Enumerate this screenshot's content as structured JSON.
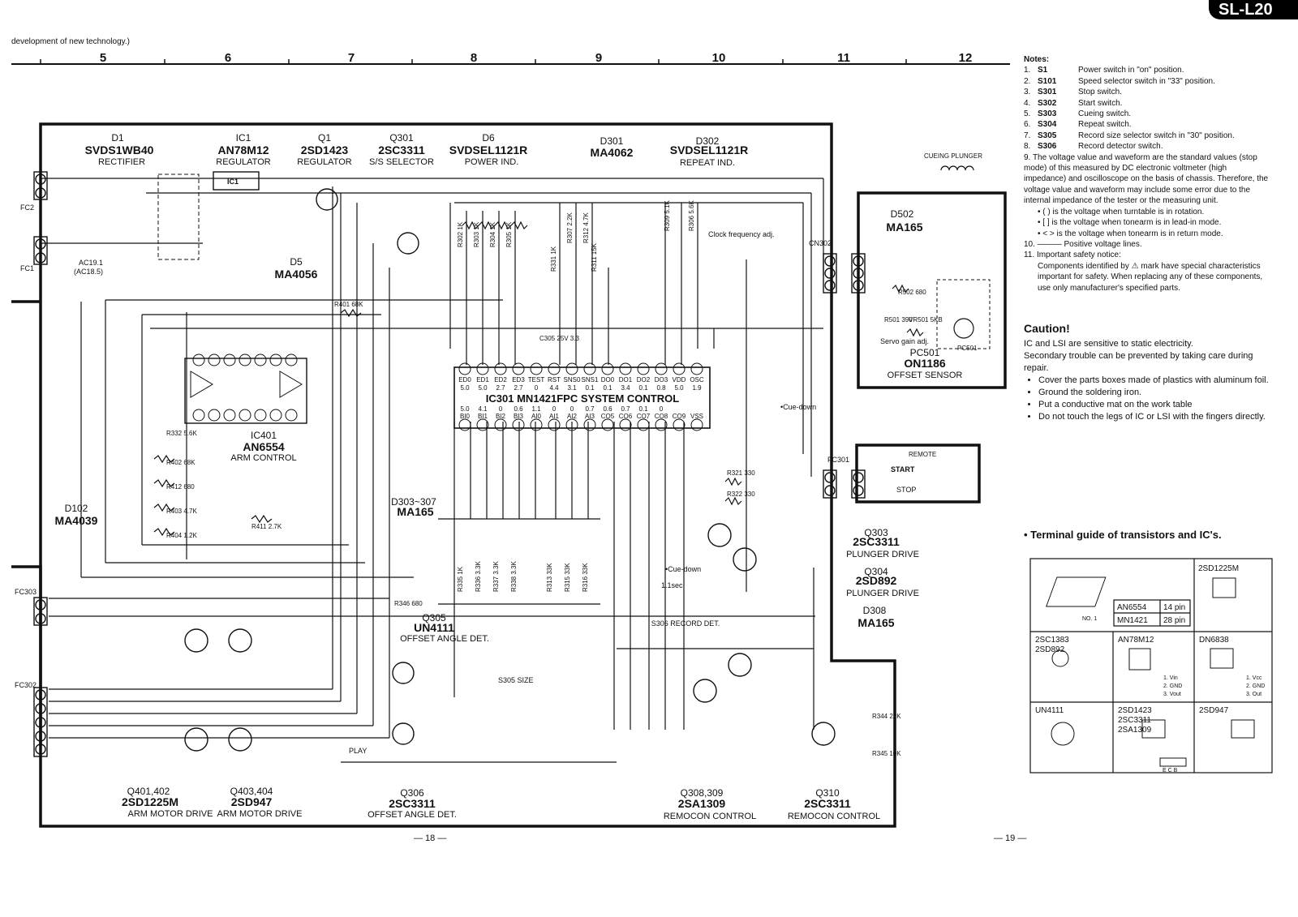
{
  "brand": "SL-L20",
  "header_note": "development of new technology.)",
  "columns": [
    "5",
    "6",
    "7",
    "8",
    "9",
    "10",
    "11",
    "12"
  ],
  "page_numbers": [
    "— 18 —",
    "— 19 —"
  ],
  "parts": {
    "d1": [
      "D1",
      "SVDS1WB40",
      "RECTIFIER"
    ],
    "ic1": [
      "IC1",
      "AN78M12",
      "REGULATOR"
    ],
    "q1": [
      "Q1",
      "2SD1423",
      "REGULATOR"
    ],
    "q301": [
      "Q301",
      "2SC3311",
      "S/S SELECTOR"
    ],
    "d6": [
      "D6",
      "SVDSEL1121R",
      "POWER IND."
    ],
    "d301": [
      "D301",
      "MA4062"
    ],
    "d302": [
      "D302",
      "SVDSEL1121R",
      "REPEAT IND."
    ],
    "d5": [
      "D5",
      "MA4056"
    ],
    "ic401": [
      "IC401",
      "AN6554",
      "ARM CONTROL"
    ],
    "d102": [
      "D102",
      "MA4039"
    ],
    "d303": [
      "D303~307",
      "MA165"
    ],
    "ic301": [
      "IC301 MN1421FPC SYSTEM CONTROL"
    ],
    "d502": [
      "D502",
      "MA165"
    ],
    "pc501": [
      "PC501",
      "ON1186",
      "OFFSET SENSOR"
    ],
    "q303": [
      "Q303",
      "2SC3311",
      "PLUNGER DRIVE"
    ],
    "q304": [
      "Q304",
      "2SD892",
      "PLUNGER DRIVE"
    ],
    "d308": [
      "D308",
      "MA165"
    ],
    "q305": [
      "Q305",
      "UN4111",
      "OFFSET ANGLE DET."
    ],
    "q401": [
      "Q401,402",
      "2SD1225M",
      "ARM MOTOR DRIVE"
    ],
    "q403": [
      "Q403,404",
      "2SD947",
      "ARM MOTOR DRIVE"
    ],
    "q306": [
      "Q306",
      "2SC3311",
      "OFFSET ANGLE DET."
    ],
    "q308": [
      "Q308,309",
      "2SA1309",
      "REMOCON CONTROL"
    ],
    "q310": [
      "Q310",
      "2SC3311",
      "REMOCON CONTROL"
    ]
  },
  "schematic_labels": {
    "fc2": "FC2",
    "fc1": "FC1",
    "fc303": "FC303",
    "fc302": "FC302",
    "fc301": "FC301",
    "cn302": "CN302",
    "ac191": "AC19.1",
    "ac185": "(AC18.5)",
    "cueing_plunger": "CUEING PLUNGER",
    "clock_freq": "Clock frequency adj.",
    "servo_gain": "Servo gain adj.",
    "cue_down": "•Cue-down",
    "one_sec": "1.1sec",
    "remote": "REMOTE",
    "start": "START",
    "stop": "STOP",
    "play": "PLAY",
    "record_det": "S306 RECORD DET.",
    "size": "S305 SIZE",
    "ic1_box": "IC1",
    "pc501_box": "PC501",
    "ic301_top_pins": [
      "ED0",
      "ED1",
      "ED2",
      "ED3",
      "TEST",
      "RST",
      "SNS0",
      "SNS1",
      "DO0",
      "DO1",
      "DO2",
      "DO3",
      "VDD",
      "OSC"
    ],
    "ic301_top_volts": [
      "5.0",
      "5.0",
      "2.7",
      "2.7",
      "0",
      "4.4",
      "3.1",
      "0.1",
      "0.1",
      "3.4",
      "0.1",
      "0.8",
      "5.0",
      "1.9"
    ],
    "ic301_bot_pins": [
      "BI0",
      "BI1",
      "BI2",
      "BI3",
      "AI0",
      "AI1",
      "AI2",
      "AI3",
      "CO5",
      "CO6",
      "CO7",
      "CO8",
      "CO9",
      "VSS"
    ],
    "ic301_bot_volts": [
      "5.0",
      "4.1",
      "0",
      "0.6",
      "1.1",
      "0",
      "0",
      "0.7",
      "0.6",
      "0.7",
      "0.1",
      "0",
      "",
      ""
    ],
    "resistors_top": [
      "R302 1K",
      "R303 1K",
      "R304 1K",
      "R305 1K",
      "R331 1K",
      "R307 2.2K",
      "R312 4.7K",
      "R311 15K",
      "R309 5.1K",
      "R306 5.6K"
    ],
    "resistors_bot": [
      "R335 1K",
      "R336 3.3K",
      "R337 3.3K",
      "R338 3.3K",
      "R313 33K",
      "R315 33K",
      "R316 33K"
    ],
    "misc": [
      "R401 68K",
      "R402 68K",
      "R412 680",
      "R403 4.7K",
      "R404 1.2K",
      "R411 2.7K",
      "R332 5.6K",
      "R346 680",
      "R501 390",
      "VR501 5KB",
      "R502 680",
      "R321 330",
      "R322 330",
      "R344 22K",
      "R345 10K",
      "C305 25V 3.3"
    ]
  },
  "notes": {
    "heading": "Notes:",
    "switches": [
      {
        "n": "1.",
        "s": "S1",
        "t": "Power switch in \"on\" position."
      },
      {
        "n": "2.",
        "s": "S101",
        "t": "Speed selector switch in \"33\" position."
      },
      {
        "n": "3.",
        "s": "S301",
        "t": "Stop switch."
      },
      {
        "n": "4.",
        "s": "S302",
        "t": "Start switch."
      },
      {
        "n": "5.",
        "s": "S303",
        "t": "Cueing switch."
      },
      {
        "n": "6.",
        "s": "S304",
        "t": "Repeat switch."
      },
      {
        "n": "7.",
        "s": "S305",
        "t": "Record size selector switch in \"30\" position."
      },
      {
        "n": "8.",
        "s": "S306",
        "t": "Record detector switch."
      }
    ],
    "n9": "9. The voltage value and waveform are the standard values (stop mode) of this measured by DC electronic voltmeter (high impedance) and oscilloscope on the basis of chassis. Therefore, the voltage value and waveform may include some error due to the internal impedance of the tester or the measuring unit.",
    "n9a": "• ( ) is the voltage when turntable is in rotation.",
    "n9b": "• [ ] is the voltage when tonearm is in lead-in mode.",
    "n9c": "• < > is the voltage when tonearm is in return mode.",
    "n10": "10. ——— Positive voltage lines.",
    "n11": "11. Important safety notice:",
    "n11b": "Components identified by ⚠ mark have special characteristics important for safety. When replacing any of these components, use only manufacturer's specified parts."
  },
  "caution": {
    "heading": "Caution!",
    "p1": "IC and LSI are sensitive to static electricity.",
    "p2": "Secondary trouble can be prevented by taking care during repair.",
    "items": [
      "Cover the parts boxes made of plastics with aluminum foil.",
      "Ground the soldering iron.",
      "Put a conductive mat on the work table",
      "Do not touch the legs of IC or LSI with the fingers directly."
    ]
  },
  "terminal_guide": {
    "title": "• Terminal guide of transistors and IC's.",
    "ic_table": [
      [
        "AN6554",
        "14 pin"
      ],
      [
        "MN1421",
        "28 pin"
      ]
    ],
    "no1": "NO. 1",
    "cells": {
      "c_2sd1225m": "2SD1225M",
      "c_2sc1383": "2SC1383",
      "c_2sd892": "2SD892",
      "c_an78m12": "AN78M12",
      "c_dn6838": "DN6838",
      "c_un4111": "UN4111",
      "c_2sd1423": "2SD1423",
      "c_2sc3311": "2SC3311",
      "c_2sa1309": "2SA1309",
      "c_2sd947": "2SD947",
      "reg_pins": [
        "1. Vin",
        "2. GND",
        "3. Vout"
      ],
      "dn_pins": [
        "1. Vcc",
        "2. GND",
        "3. Out"
      ],
      "ecb": "E C B"
    }
  }
}
